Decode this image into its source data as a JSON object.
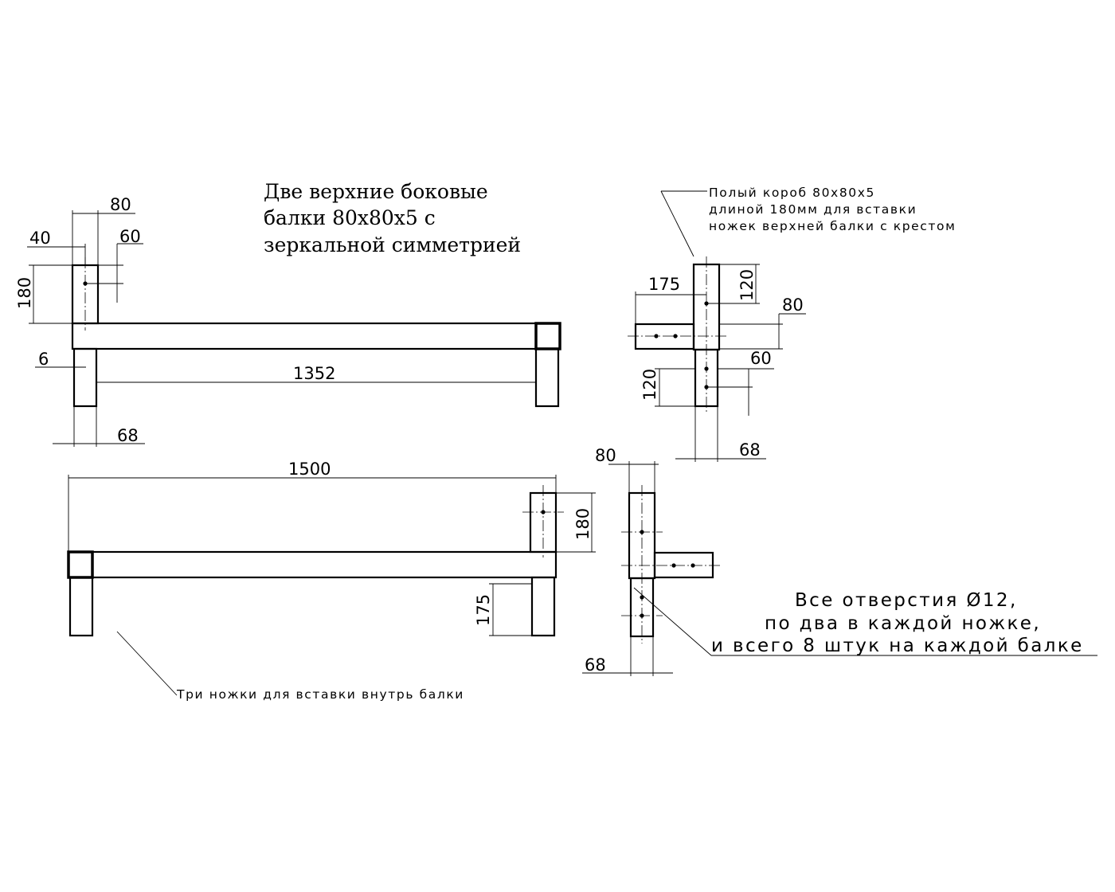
{
  "title_lines": [
    "Две верхние боковые",
    "балки 80х80х5 с",
    "зеркальной симметрией"
  ],
  "insert_note_lines": [
    "Полый короб 80х80х5",
    "длиной 180мм для вставки",
    "ножек верхней балки с крестом"
  ],
  "legs_note": "Три ножки для вставки внутрь балки",
  "holes_note_lines": [
    "Все отверстия Ø12,",
    "по два в каждой ножке,",
    "и всего 8 штук на каждой балке"
  ],
  "dims": {
    "top_80": "80",
    "top_40": "40",
    "top_60": "60",
    "top_180": "180",
    "top_6": "6",
    "top_1352": "1352",
    "top_68": "68",
    "cross_175": "175",
    "cross_120_top": "120",
    "cross_80": "80",
    "cross_60": "60",
    "cross_120_bottom": "120",
    "cross_68": "68",
    "bottom_1500": "1500",
    "bottom_180": "180",
    "bottom_175": "175",
    "cross2_80": "80",
    "cross2_68": "68"
  }
}
